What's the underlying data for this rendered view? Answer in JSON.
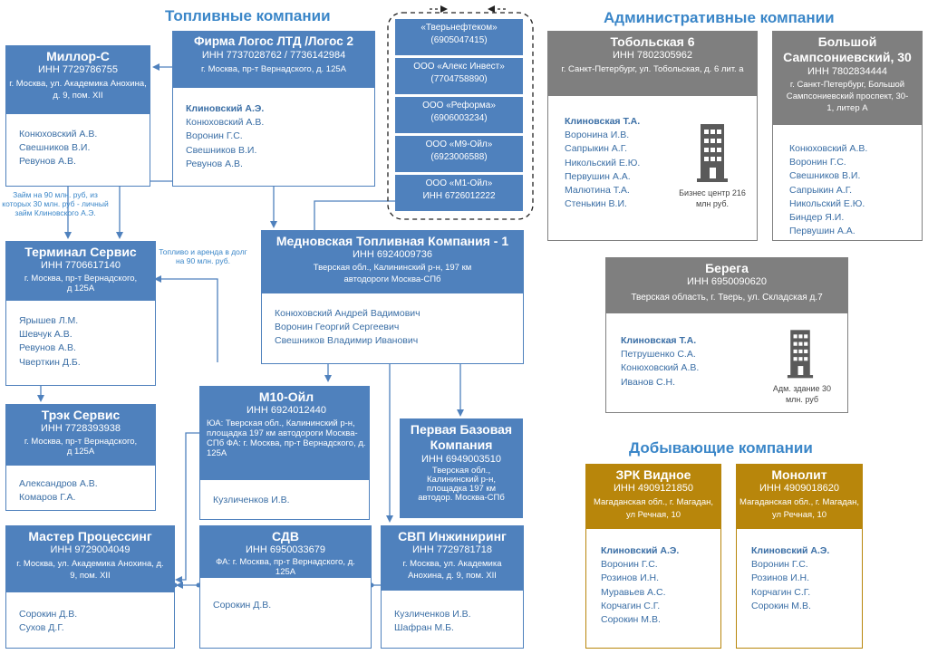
{
  "sections": {
    "fuel": "Топливные компании",
    "admin": "Административные компании",
    "mining": "Добывающие компании"
  },
  "notes": {
    "loan": "Займ на 90 млн. руб, из которых 30 млн. руб - личный займ Клиновского А.Э.",
    "fuel_rent": "Топливо и аренда в долг на 90 млн. руб."
  },
  "shells": [
    {
      "name": "«Тверьнефтеком»",
      "inn": "(6905047415)"
    },
    {
      "name": "ООО «Алекс Инвест»",
      "inn": "(7704758890)"
    },
    {
      "name": "ООО «Реформа»",
      "inn": "(6906003234)"
    },
    {
      "name": "ООО «М9-Ойл»",
      "inn": "(6923006588)"
    },
    {
      "name": "ООО «М1-Ойл»",
      "inn": "ИНН 6726012222"
    }
  ],
  "companies": {
    "logos": {
      "name": "Фирма Логос ЛТД /Логос 2",
      "inn": "ИНН 7737028762 / 7736142984",
      "addr": "г. Москва, пр-т Вернадского, д. 125А",
      "people": [
        "Клиновский А.Э.",
        "Конюховский А.В.",
        "Воронин Г.С.",
        "Свешников В.И.",
        "Ревунов А.В."
      ]
    },
    "millor": {
      "name": "Миллор-С",
      "inn": "ИНН 7729786755",
      "addr": "г. Москва, ул. Академика Анохина, д. 9, пом. XII",
      "people": [
        "Конюховский А.В.",
        "Свешников В.И.",
        "Ревунов А.В."
      ]
    },
    "terminal": {
      "name": "Терминал Сервис",
      "inn": "ИНН 7706617140",
      "addr": "г. Москва, пр-т Вернадского, д 125А",
      "people": [
        "Ярышев Л.М.",
        "Шевчук А.В.",
        "Ревунов А.В.",
        "Чверткин Д.Б."
      ]
    },
    "trek": {
      "name": "Трэк Сервис",
      "inn": "ИНН 7728393938",
      "addr": "г. Москва, пр-т Вернадского, д 125А",
      "people": [
        "Александров А.В.",
        "Комаров Г.А."
      ]
    },
    "master": {
      "name": "Мастер Процессинг",
      "inn": "ИНН 9729004049",
      "addr": "г. Москва, ул. Академика Анохина, д. 9, пом. XII",
      "people": [
        "Сорокин Д.В.",
        "Сухов Д.Г."
      ]
    },
    "mtk": {
      "name": "Медновская Топливная Компания - 1",
      "inn": "ИНН 6924009736",
      "addr": "Тверская обл., Калининский р-н, 197 км автодороги Москва-СПб",
      "people": [
        "Конюховский Андрей Вадимович",
        "Воронин Георгий Сергеевич",
        "Свешников Владимир Иванович"
      ]
    },
    "m10": {
      "name": "М10-Ойл",
      "inn": "ИНН 6924012440",
      "addr": "ЮА: Тверская обл., Калининский р-н, площадка 197 км автодороги Москва-СПб ФА: г. Москва, пр-т Вернадского, д. 125А",
      "people": [
        "Кузличенков И.В."
      ]
    },
    "pbk": {
      "name": "Первая Базовая Компания",
      "inn": "ИНН 6949003510",
      "addr": "Тверская обл., Калининский р-н, площадка 197 км автодор. Москва-СПб",
      "people": []
    },
    "sdv": {
      "name": "СДВ",
      "inn": "ИНН 6950033679",
      "addr": "ФА: г. Москва, пр-т Вернадского, д. 125А",
      "people": [
        "Сорокин Д.В."
      ]
    },
    "svp": {
      "name": "СВП Инжиниринг",
      "inn": "ИНН 7729781718",
      "addr": "г. Москва, ул. Академика Анохина, д. 9, пом. XII",
      "people": [
        "Кузличенков И.В.",
        "Шафран М.Б."
      ]
    },
    "tob": {
      "name": "Тобольская 6",
      "inn": "ИНН 7802305962",
      "addr": "г. Санкт-Петербург, ул. Тобольская, д. 6 лит. а",
      "people": [
        "Клиновская Т.А.",
        "Воронина И.В.",
        "Сапрыкин А.Г.",
        "Никольский Е.Ю.",
        "Первушин А.А.",
        "Малютина Т.А.",
        "Стенькин В.И."
      ],
      "building": "Бизнес центр 216 млн руб."
    },
    "bs": {
      "name": "Большой Сампсониевский, 30",
      "inn": "ИНН 7802834444",
      "addr": "г. Санкт-Петербург, Большой Сампсониевский проспект, 30-1, литер А",
      "people": [
        "Конюховский А.В.",
        "Воронин Г.С.",
        "Свешников В.И.",
        "Сапрыкин А.Г.",
        "Никольский Е.Ю.",
        "Биндер Я.И.",
        "Первушин А.А."
      ]
    },
    "berega": {
      "name": "Берега",
      "inn": "ИНН 6950090620",
      "addr": "Тверская область, г. Тверь, ул. Складская д.7",
      "people": [
        "Клиновская Т.А.",
        "Петрушенко С.А.",
        "Конюховский А.В.",
        "Иванов С.Н."
      ],
      "building": "Адм. здание 30 млн. руб"
    },
    "zrk": {
      "name": "ЗРК Видное",
      "inn": "ИНН 4909121850",
      "addr": "Магаданская обл., г. Магадан, ул Речная, 10",
      "people": [
        "Клиновский А.Э.",
        "Воронин Г.С.",
        "Розинов И.Н.",
        "Муравьев А.С.",
        "Корчагин С.Г.",
        "Сорокин М.В."
      ]
    },
    "monolit": {
      "name": "Монолит",
      "inn": "ИНН 4909018620",
      "addr": "Магаданская обл., г. Магадан, ул Речная, 10",
      "people": [
        "Клиновский А.Э.",
        "Воронин Г.С.",
        "Розинов И.Н.",
        "Корчагин С.Г.",
        "Сорокин М.В."
      ]
    }
  },
  "colors": {
    "blue": "#4f81bd",
    "gray": "#7f7f7f",
    "gold": "#b8860b",
    "title": "#3a86c8"
  }
}
